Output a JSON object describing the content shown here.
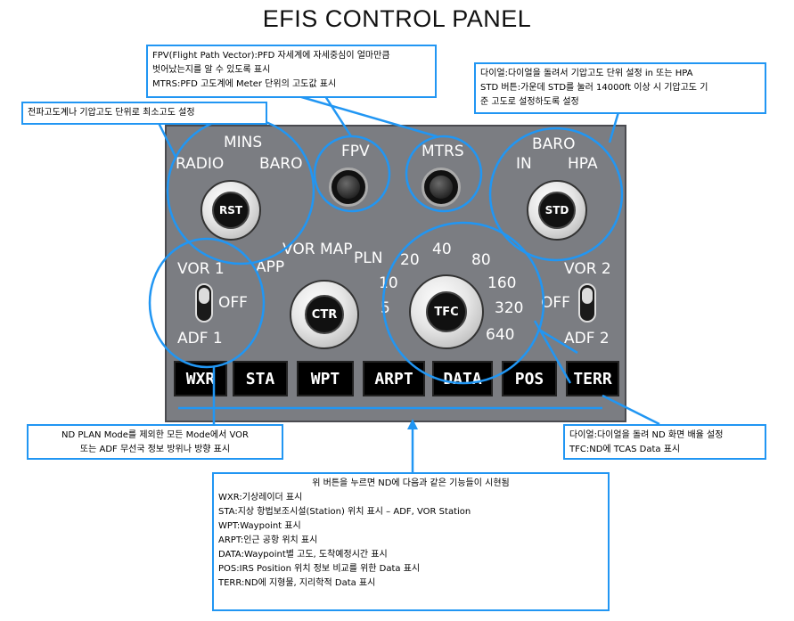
{
  "title": "EFIS CONTROL PANEL",
  "panel": {
    "mins": {
      "label": "MINS",
      "left": "RADIO",
      "right": "BARO",
      "knob": "RST"
    },
    "fpv": {
      "label": "FPV"
    },
    "mtrs": {
      "label": "MTRS"
    },
    "baro": {
      "label": "BARO",
      "left": "IN",
      "right": "HPA",
      "knob": "STD"
    },
    "vor1": {
      "top": "VOR 1",
      "middle": "OFF",
      "bottom": "ADF 1"
    },
    "vor2": {
      "top": "VOR 2",
      "middle": "OFF",
      "bottom": "ADF 2"
    },
    "mode": {
      "knob": "CTR",
      "labels": [
        "APP",
        "VOR",
        "MAP",
        "PLN"
      ]
    },
    "range": {
      "knob": "TFC",
      "labels": [
        "5",
        "10",
        "20",
        "40",
        "80",
        "160",
        "320",
        "640"
      ]
    },
    "buttons": [
      "WXR",
      "STA",
      "WPT",
      "ARPT",
      "DATA",
      "POS",
      "TERR"
    ]
  },
  "annotations": {
    "fpv_mtrs": [
      "FPV(Flight Path Vector):PFD 자세계에 자세중심이 얼마만큼",
      "벗어났는지를 알 수 있도록 표시",
      "MTRS:PFD 고도계에 Meter 단위의 고도값 표시"
    ],
    "mins": [
      "전파고도계나 기압고도 단위로 최소고도 설정"
    ],
    "baro": [
      "다이얼:다이얼을 돌려서 기압고도 단위 설정 in 또는 HPA",
      "STD 버튼:가운데 STD를 눌러 14000ft 이상 시 기압고도 기",
      "준 고도로 설정하도록 설정"
    ],
    "vor_adf": [
      "ND PLAN Mode를 제외한 모든 Mode에서 VOR",
      "또는 ADF 무선국 정보 방위나 방향 표시"
    ],
    "range": [
      "다이얼:다이얼을 돌려 ND 화면 배율 설정",
      "TFC:ND에 TCAS Data 표시"
    ],
    "buttons": [
      "위 버튼을 누르면 ND에 다음과 같은 기능들이 시현됨",
      "WXR:기상레이더 표시",
      "STA:지상 항법보조시설(Station) 위치 표시 – ADF, VOR Station",
      "WPT:Waypoint 표시",
      "ARPT:인근 공항 위치 표시",
      "DATA:Waypoint별 고도, 도착예정시간 표시",
      "POS:IRS Position 위치 정보 비교를 위한 Data 표시",
      "TERR:ND에 지형물, 지리학적 Data 표시"
    ]
  },
  "colors": {
    "panel": "#7b7d82",
    "annotation": "#2196f3",
    "button": "#000000"
  }
}
